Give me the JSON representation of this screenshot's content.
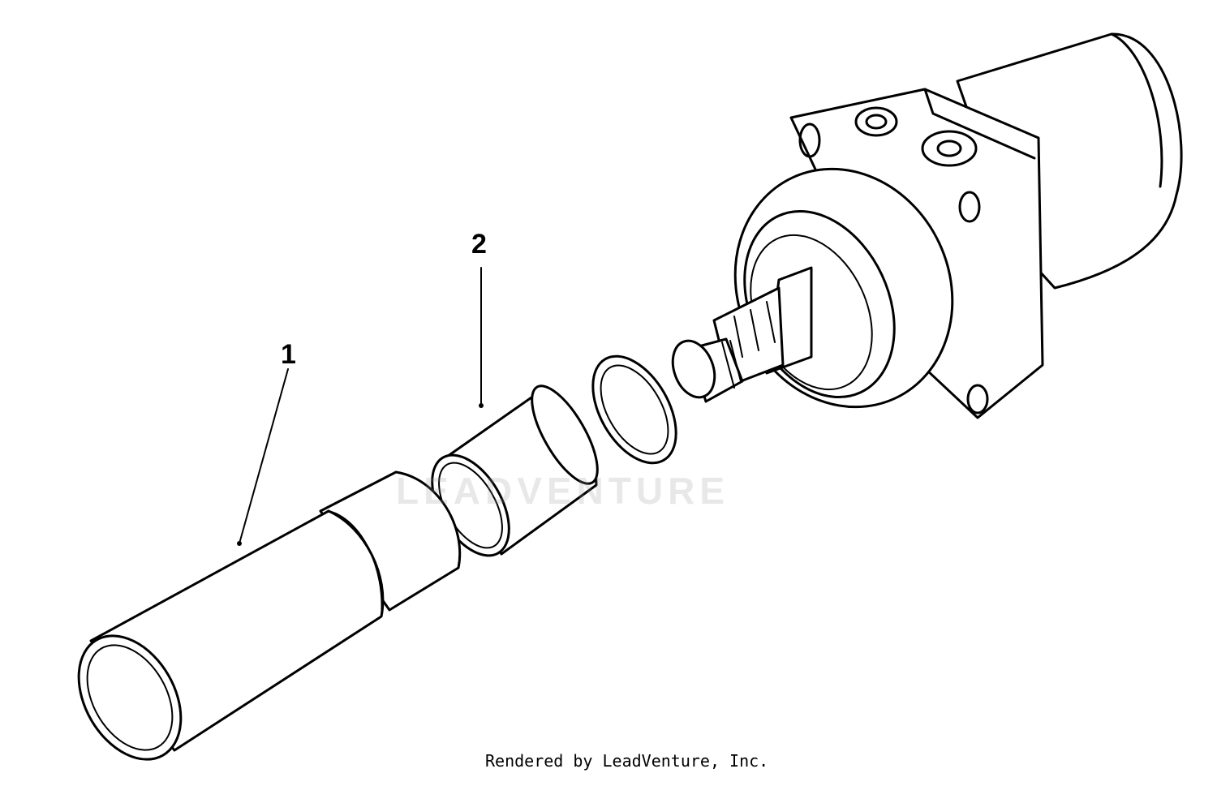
{
  "diagram": {
    "callouts": [
      {
        "id": "1",
        "label": "1"
      },
      {
        "id": "2",
        "label": "2"
      }
    ],
    "watermark_text": "LEADVENTURE",
    "credit_text": "Rendered by LeadVenture, Inc."
  }
}
